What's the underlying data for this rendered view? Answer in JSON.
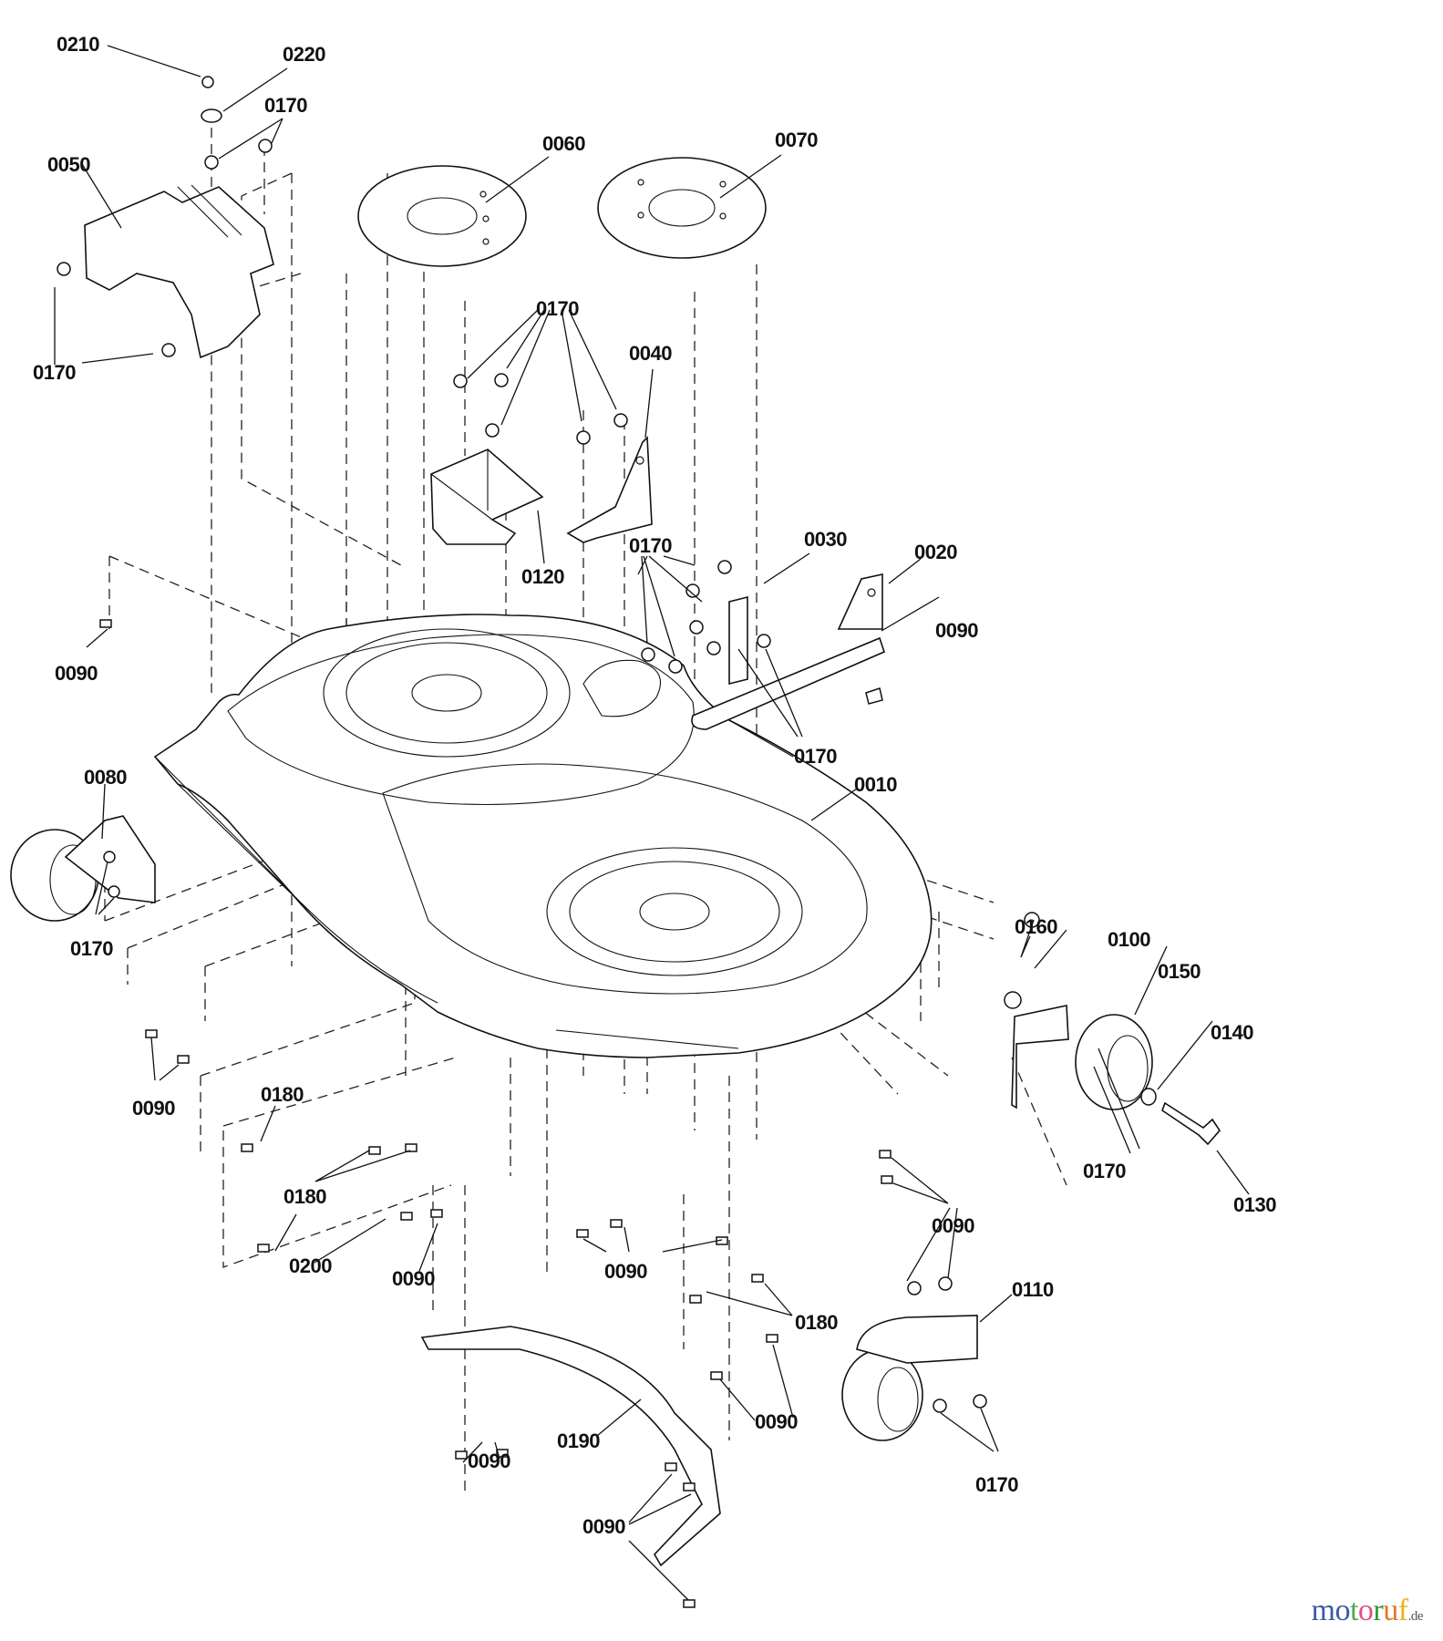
{
  "diagram": {
    "title": "Mower deck exploded parts diagram",
    "labels": [
      {
        "id": "l1",
        "text": "0210"
      },
      {
        "id": "l2",
        "text": "0220"
      },
      {
        "id": "l3",
        "text": "0170"
      },
      {
        "id": "l4",
        "text": "0050"
      },
      {
        "id": "l5",
        "text": "0170"
      },
      {
        "id": "l6",
        "text": "0060"
      },
      {
        "id": "l7",
        "text": "0070"
      },
      {
        "id": "l8",
        "text": "0170"
      },
      {
        "id": "l9",
        "text": "0040"
      },
      {
        "id": "l10",
        "text": "0120"
      },
      {
        "id": "l11",
        "text": "0170"
      },
      {
        "id": "l12",
        "text": "0030"
      },
      {
        "id": "l13",
        "text": "0020"
      },
      {
        "id": "l14",
        "text": "0090"
      },
      {
        "id": "l15",
        "text": "0170"
      },
      {
        "id": "l16",
        "text": "0010"
      },
      {
        "id": "l17",
        "text": "0090"
      },
      {
        "id": "l18",
        "text": "0080"
      },
      {
        "id": "l19",
        "text": "0170"
      },
      {
        "id": "l20",
        "text": "0090"
      },
      {
        "id": "l21",
        "text": "0180"
      },
      {
        "id": "l22",
        "text": "0180"
      },
      {
        "id": "l23",
        "text": "0200"
      },
      {
        "id": "l24",
        "text": "0090"
      },
      {
        "id": "l25",
        "text": "0090"
      },
      {
        "id": "l26",
        "text": "0180"
      },
      {
        "id": "l27",
        "text": "0090"
      },
      {
        "id": "l28",
        "text": "0090"
      },
      {
        "id": "l29",
        "text": "0190"
      },
      {
        "id": "l30",
        "text": "0090"
      },
      {
        "id": "l31",
        "text": "0160"
      },
      {
        "id": "l32",
        "text": "0100"
      },
      {
        "id": "l33",
        "text": "0150"
      },
      {
        "id": "l34",
        "text": "0140"
      },
      {
        "id": "l35",
        "text": "0170"
      },
      {
        "id": "l36",
        "text": "0130"
      },
      {
        "id": "l37",
        "text": "0090"
      },
      {
        "id": "l38",
        "text": "0110"
      },
      {
        "id": "l39",
        "text": "0170"
      }
    ]
  },
  "watermark": {
    "letters": [
      {
        "ch": "m",
        "color": "#3b5aa8"
      },
      {
        "ch": "o",
        "color": "#3b5aa8"
      },
      {
        "ch": "t",
        "color": "#4caf50"
      },
      {
        "ch": "o",
        "color": "#e0508f"
      },
      {
        "ch": "r",
        "color": "#2e9a3c"
      },
      {
        "ch": "u",
        "color": "#e8742a"
      },
      {
        "ch": "f",
        "color": "#e6b21e"
      }
    ],
    "suffix": ".de"
  }
}
